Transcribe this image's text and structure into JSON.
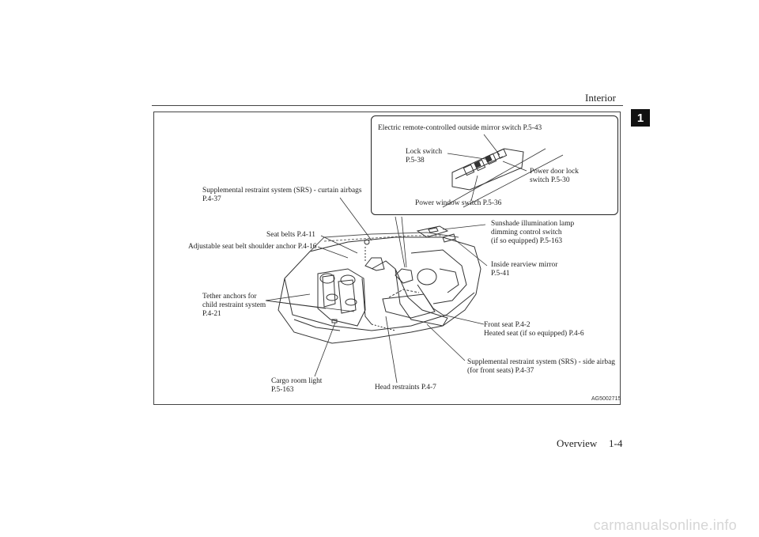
{
  "header": {
    "section_title": "Interior",
    "chapter_tab": "1"
  },
  "footer": {
    "section": "Overview",
    "page": "1-4"
  },
  "figure": {
    "code": "AG5002715"
  },
  "inset": {
    "title": "Electric remote-controlled outside mirror switch P.5-43",
    "lock_switch": "Lock switch\nP.5-38",
    "power_door_lock": "Power door lock\nswitch P.5-30",
    "power_window": "Power window switch P.5-36"
  },
  "labels": {
    "curtain_airbags": "Supplemental restraint system (SRS) - curtain airbags\nP.4-37",
    "seat_belts": "Seat belts P.4-11",
    "shoulder_anchor": "Adjustable seat belt shoulder anchor P.4-16",
    "tether_anchors": "Tether anchors for\nchild restraint system\nP.4-21",
    "cargo_light": "Cargo room light\nP.5-163",
    "head_restraints": "Head restraints P.4-7",
    "sunshade_lamp": "Sunshade illumination lamp\ndimming control switch\n(if so equipped) P.5-163",
    "rearview_mirror": "Inside rearview mirror\nP.5-41",
    "front_seat": "Front seat P.4-2\nHeated seat (if so equipped) P.4-6",
    "side_airbag": "Supplemental restraint system (SRS) - side airbag\n(for front seats) P.4-37"
  },
  "watermark": "carmanualsonline.info"
}
